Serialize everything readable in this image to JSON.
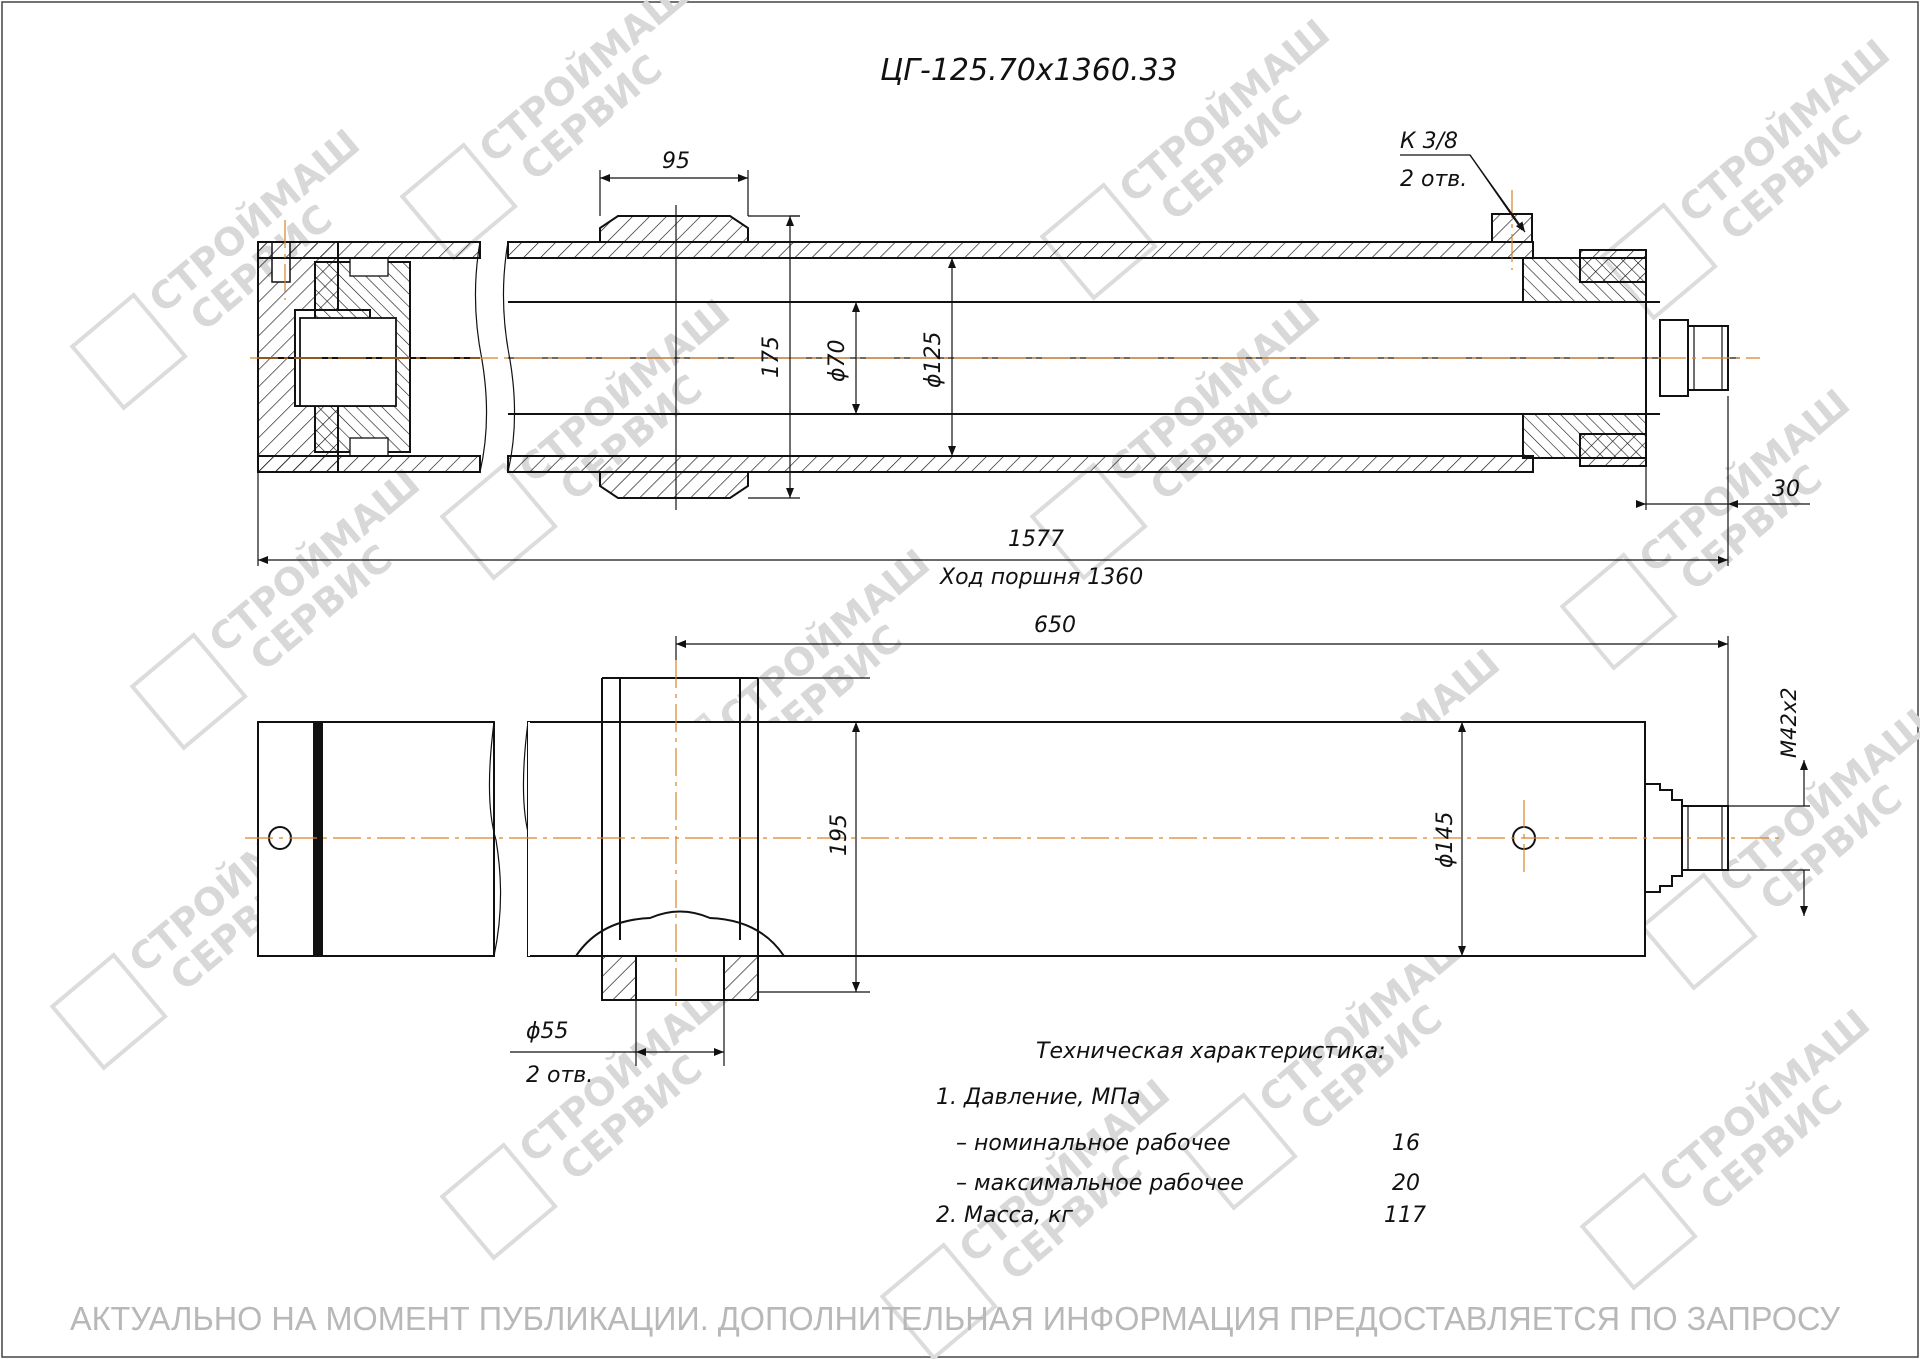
{
  "title": "ЦГ-125.70х1360.33",
  "watermark": {
    "line1": "СТРОЙМАШ",
    "line2": "СЕРВИС"
  },
  "dims": {
    "d95": "95",
    "k38": "К 3/8",
    "k38_holes": "2 отв.",
    "d175": "175",
    "phi70": "ϕ70",
    "phi125": "ϕ125",
    "d30": "30",
    "d1577": "1577",
    "stroke": "Ход поршня 1360",
    "d650": "650",
    "d195": "195",
    "phi145": "ϕ145",
    "m42": "М42х2",
    "phi55": "ϕ55",
    "phi55_holes": "2 отв."
  },
  "specs": {
    "heading": "Техническая характеристика:",
    "items": [
      {
        "label": "1. Давление, МПа",
        "value": ""
      },
      {
        "label": "– номинальное рабочее",
        "value": "16"
      },
      {
        "label": "– максимальное рабочее",
        "value": "20"
      },
      {
        "label": "2. Масса, кг",
        "value": "117"
      }
    ]
  },
  "footer": "АКТУАЛЬНО НА МОМЕНТ ПУБЛИКАЦИИ. ДОПОЛНИТЕЛЬНАЯ ИНФОРМАЦИЯ ПРЕДОСТАВЛЯЕТСЯ ПО ЗАПРОСУ",
  "colors": {
    "line": "#111111",
    "axis": "#d9822b",
    "watermark": "#d8d8d8",
    "footer": "#b8b8b8"
  }
}
